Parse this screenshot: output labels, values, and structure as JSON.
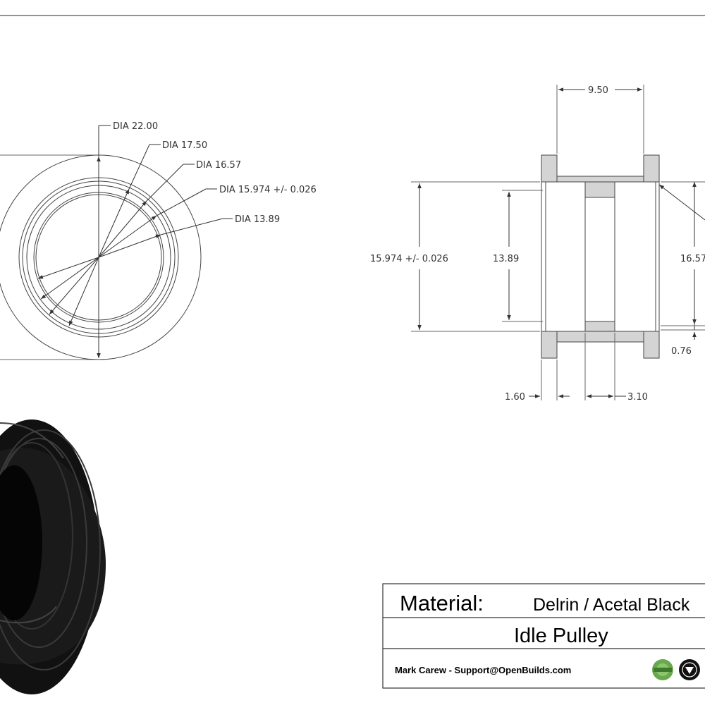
{
  "front_view": {
    "dims": [
      {
        "label": "DIA 22.00"
      },
      {
        "label": "DIA 17.50"
      },
      {
        "label": "DIA 16.57"
      },
      {
        "label": "DIA 15.974 +/- 0.026"
      },
      {
        "label": "DIA 13.89"
      }
    ]
  },
  "side_view": {
    "width_top": "9.50",
    "height_left": "15.974 +/- 0.026",
    "height_inner": "13.89",
    "height_right": "16.57",
    "small_right": "0.76",
    "flange": "1.60",
    "hub": "3.10"
  },
  "title_block": {
    "material_label": "Material:",
    "material_value": "Delrin / Acetal  Black",
    "part_name": "Idle Pulley",
    "author": "Mark Carew - Support@OpenBuilds.com"
  },
  "logos": [
    {
      "name": "openbuilds-logo-icon",
      "color": "#6aa84f"
    },
    {
      "name": "seal-logo-icon",
      "color": "#111111"
    }
  ]
}
